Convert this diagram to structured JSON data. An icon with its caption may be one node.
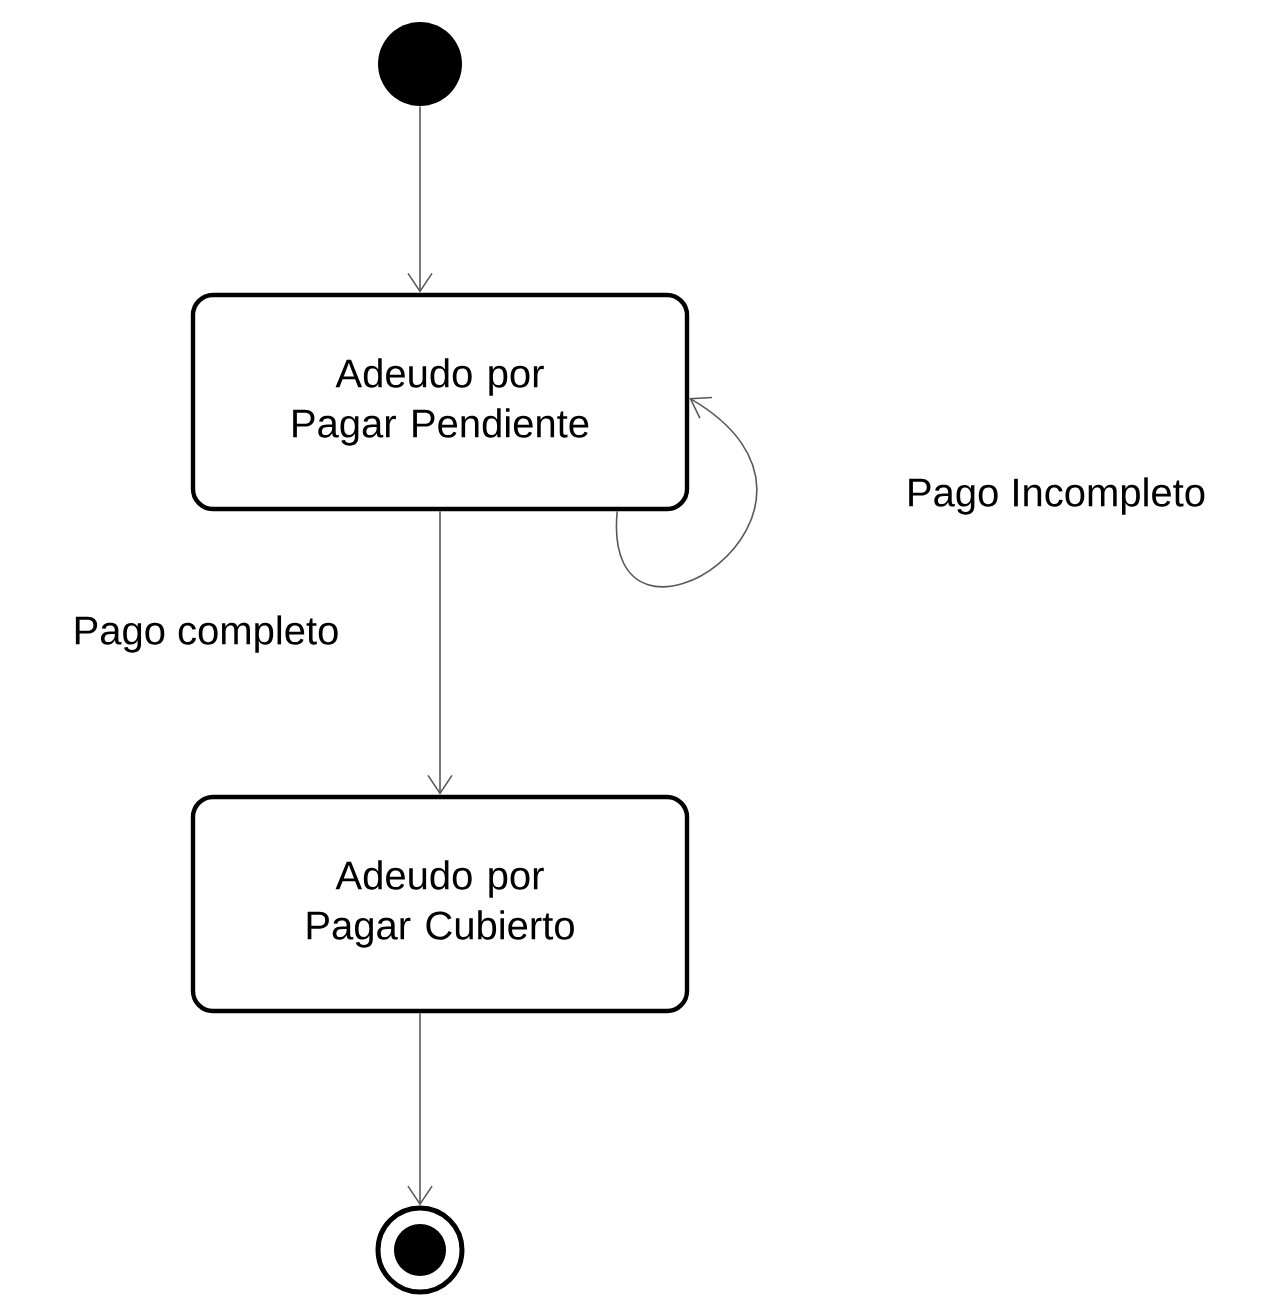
{
  "diagram": {
    "nodes": [
      {
        "text": [],
        "shape": "circle"
      },
      {
        "text": [
          "Adeudo por Pagar Pendiente"
        ]
      },
      {
        "text": [
          "Adeudo por Pagar Cubierto"
        ]
      },
      {
        "text": [],
        "shape": "circle"
      }
    ],
    "edges": [
      {
        "from": 0,
        "to": 1,
        "arrow": "to"
      },
      {
        "from": 1,
        "to": 1,
        "arrow": "to",
        "label": "Pago Incompleto"
      },
      {
        "from": 1,
        "to": 2,
        "arrow": "to",
        "label": "Pago completo"
      },
      {
        "from": 2,
        "to": 3,
        "arrow": "to"
      }
    ]
  }
}
